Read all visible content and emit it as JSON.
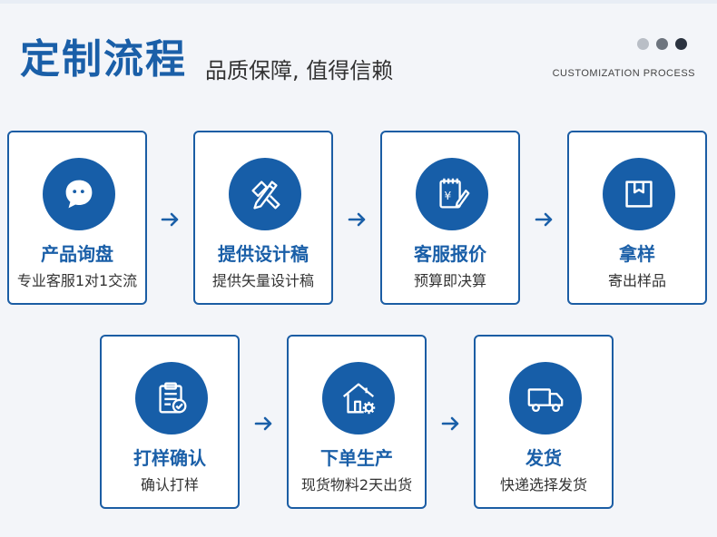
{
  "header": {
    "title": "定制流程",
    "subtitle": "品质保障, 值得信赖",
    "english": "CUSTOMIZATION PROCESS",
    "dot_colors": [
      "#b9bec6",
      "#6d747e",
      "#2b3340"
    ]
  },
  "colors": {
    "accent": "#1a5fa8",
    "border": "#1b5da4",
    "circle": "#175ea8"
  },
  "steps": [
    {
      "title": "产品询盘",
      "desc": "专业客服1对1交流",
      "icon": "chat-bubble-icon"
    },
    {
      "title": "提供设计稿",
      "desc": "提供矢量设计稿",
      "icon": "design-tools-icon"
    },
    {
      "title": "客服报价",
      "desc": "预算即决算",
      "icon": "price-quote-icon"
    },
    {
      "title": "拿样",
      "desc": "寄出样品",
      "icon": "sample-box-icon"
    },
    {
      "title": "打样确认",
      "desc": "确认打样",
      "icon": "clipboard-check-icon"
    },
    {
      "title": "下单生产",
      "desc": "现货物料2天出货",
      "icon": "factory-house-icon"
    },
    {
      "title": "发货",
      "desc": "快递选择发货",
      "icon": "delivery-truck-icon"
    }
  ]
}
